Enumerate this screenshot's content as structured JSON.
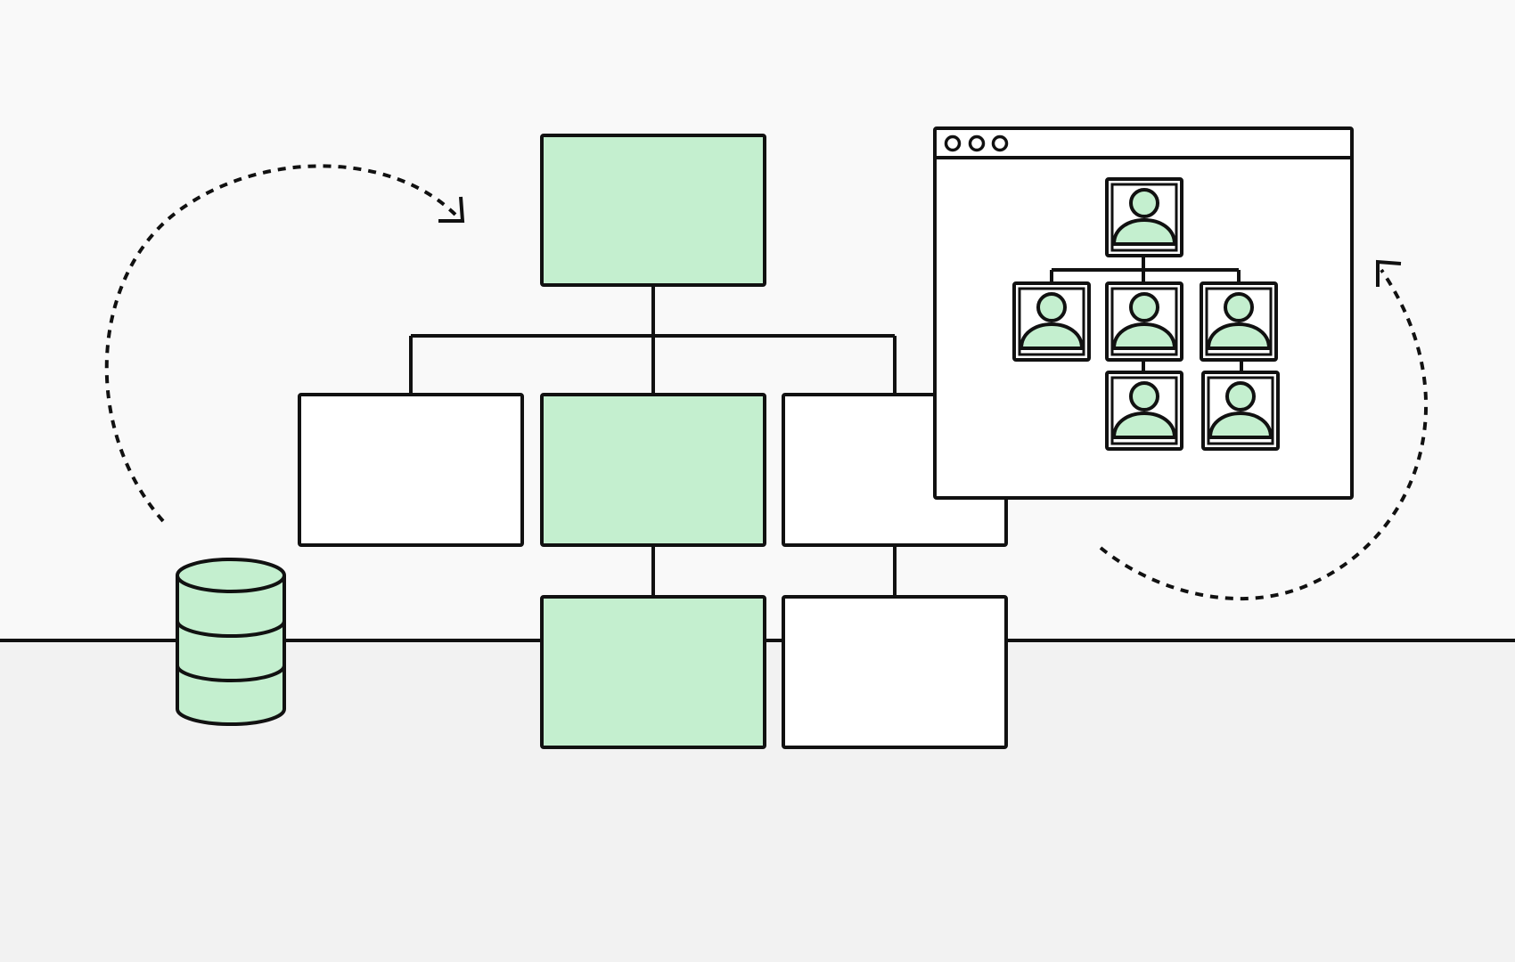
{
  "colors": {
    "background_top": "#f9f9f9",
    "background_bottom": "#f2f2f2",
    "stroke": "#111111",
    "accent_green": "#c4efcf",
    "box_white": "#ffffff"
  },
  "icons": {
    "database": "database-icon",
    "browser_window": "browser-window-icon",
    "person": "person-icon",
    "cycle_arrow_left": "dotted-curved-arrow-icon",
    "cycle_arrow_right": "dotted-curved-arrow-icon"
  },
  "org_chart": {
    "levels": [
      [
        "filled"
      ],
      [
        "empty",
        "filled",
        "empty"
      ],
      [
        "filled",
        "empty"
      ]
    ]
  },
  "browser": {
    "window_controls": 3,
    "people_tree": {
      "root": 1,
      "second_level": 3,
      "third_level": 2
    }
  },
  "database": {
    "layers": 3
  }
}
